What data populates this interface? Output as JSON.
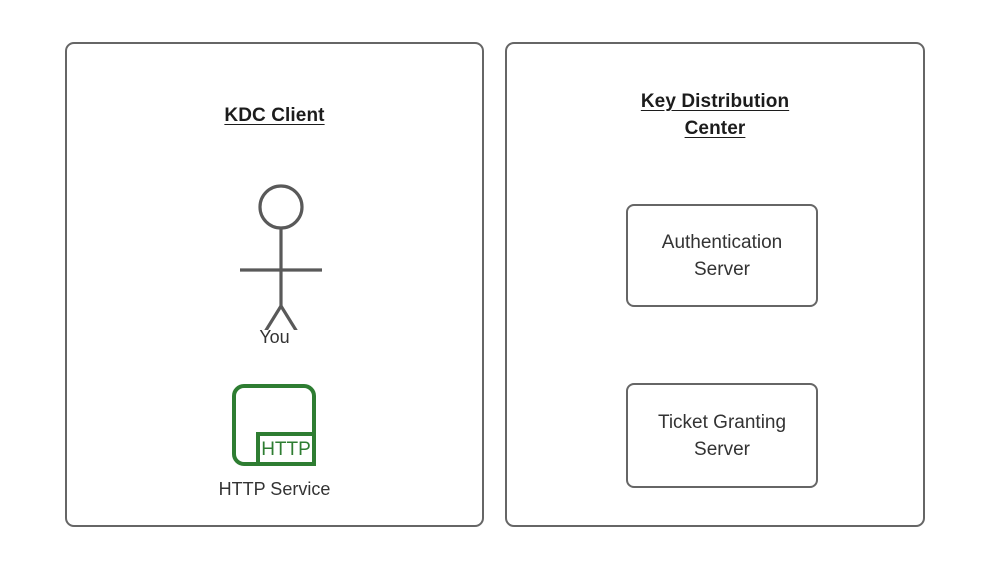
{
  "diagram": {
    "background_color": "#ffffff",
    "stroke_color": "#666666",
    "text_color": "#333333",
    "title_color": "#1c1c1c",
    "accent_green": "#2e7d32"
  },
  "panels": {
    "client": {
      "title": "KDC Client",
      "nodes": {
        "actor": {
          "label": "You",
          "icon": "stick-figure-actor"
        },
        "service": {
          "label": "HTTP Service",
          "badge_text": "HTTP",
          "icon": "http-service-icon"
        }
      }
    },
    "kdc": {
      "title_line1": "Key Distribution",
      "title_line2": "Center",
      "boxes": [
        {
          "line1": "Authentication",
          "line2": "Server"
        },
        {
          "line1": "Ticket Granting",
          "line2": "Server"
        }
      ]
    }
  }
}
